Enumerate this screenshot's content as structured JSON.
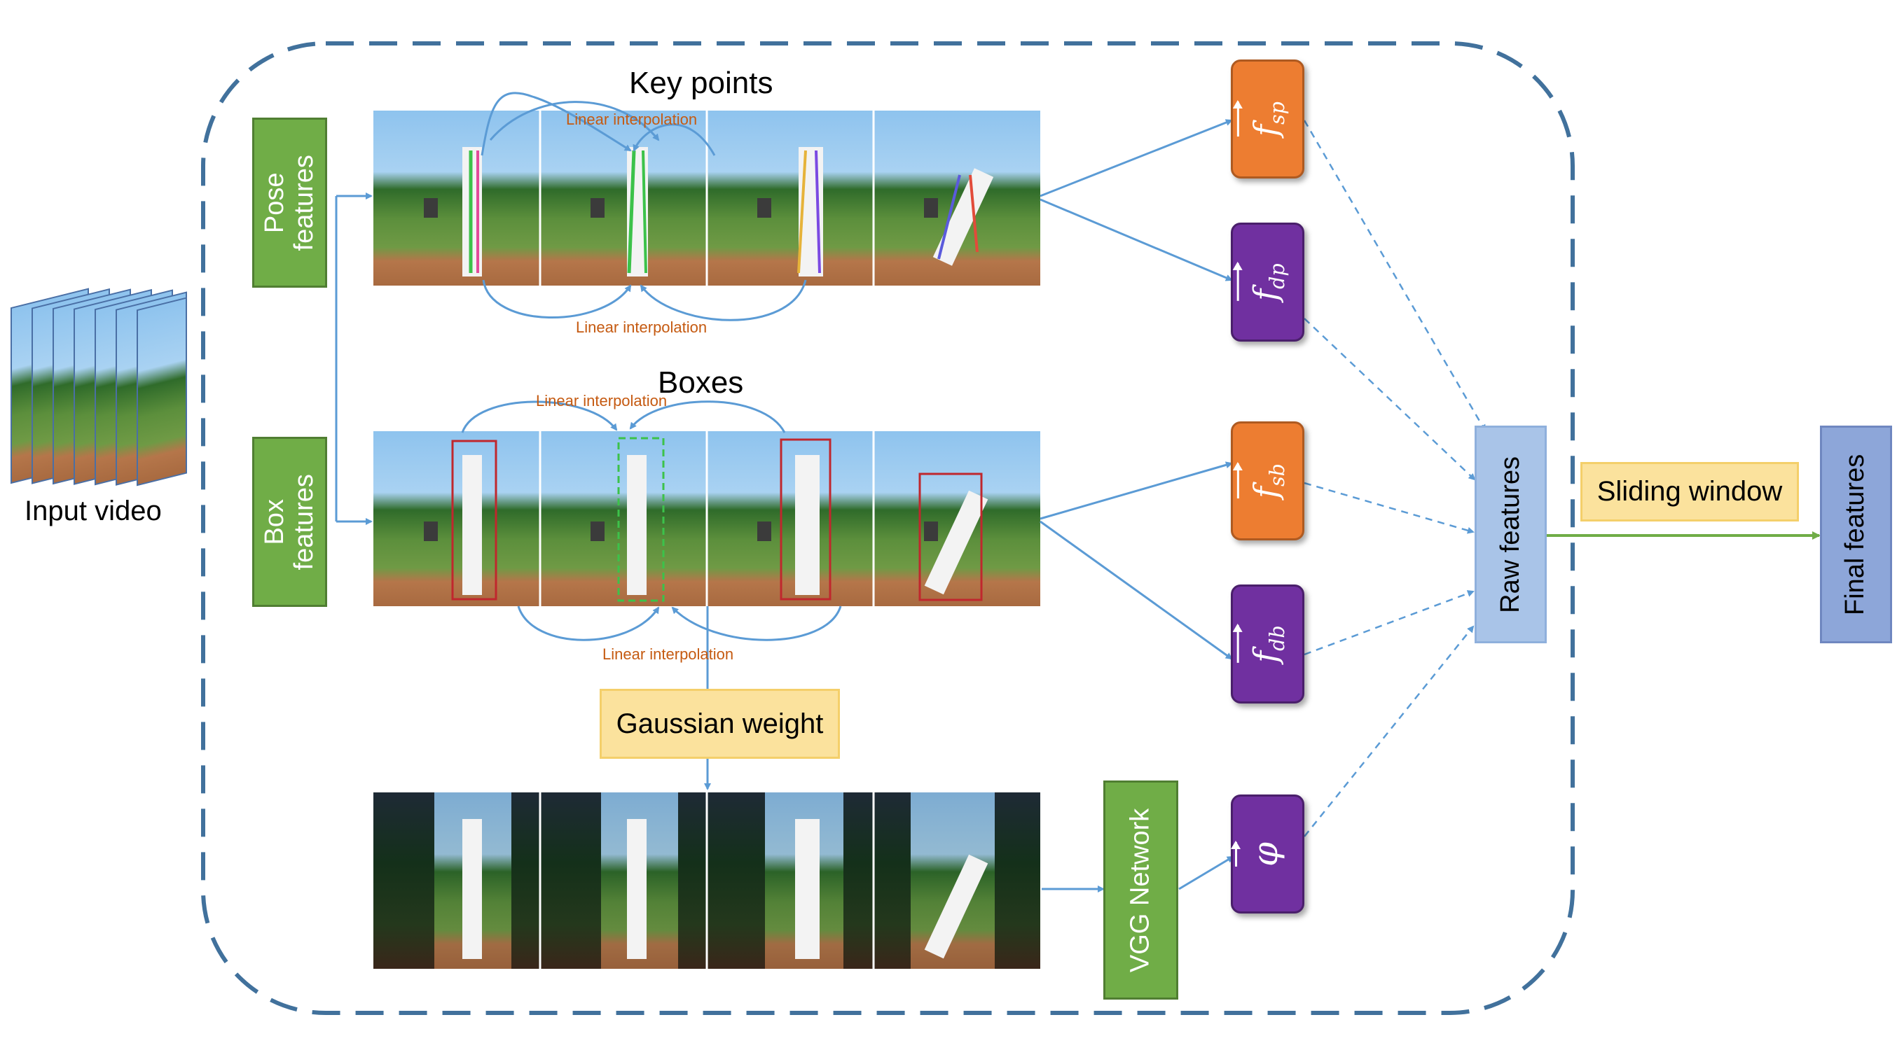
{
  "labels": {
    "input_video": "Input video",
    "key_points": "Key points",
    "boxes": "Boxes",
    "pose_features": "Pose features",
    "box_features": "Box features",
    "linear_interpolation": "Linear interpolation",
    "gaussian_weight": "Gaussian weight",
    "vgg_network": "VGG Network",
    "raw_features": "Raw features",
    "sliding_window": "Sliding window",
    "final_features": "Final features"
  },
  "feature_vectors": [
    {
      "base": "f",
      "sub": "sp",
      "color": "#ed7d31"
    },
    {
      "base": "f",
      "sub": "dp",
      "color": "#7030a0"
    },
    {
      "base": "f",
      "sub": "sb",
      "color": "#ed7d31"
    },
    {
      "base": "f",
      "sub": "db",
      "color": "#7030a0"
    },
    {
      "base": "φ",
      "sub": "",
      "color": "#7030a0"
    }
  ],
  "colors": {
    "dashed_frame": "#41719c",
    "arrow": "#5b9bd5",
    "interp_text": "#c55a11",
    "green": "#70ad47",
    "yellow": "#fbe29d",
    "raw_box": "#a9c4e8",
    "final_box": "#8da6d9"
  }
}
